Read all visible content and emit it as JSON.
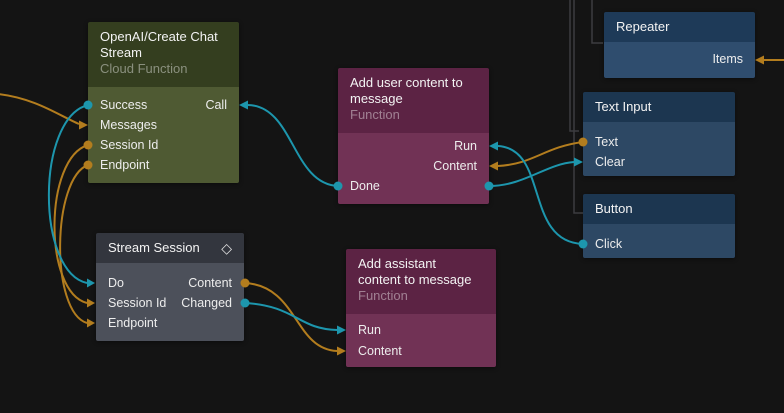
{
  "colors": {
    "signal_wire": "#1d96ad",
    "data_wire": "#b37d1e",
    "dimmed_wire": "#3d3d40",
    "canvas_background": "#141414"
  },
  "nodes": [
    {
      "id": "openai-create-chat-stream",
      "title": "OpenAI/Create Chat\nStream",
      "subtitle": "Cloud Function",
      "rows": [
        {
          "left": "Success",
          "right": "Call"
        },
        {
          "left": "Messages"
        },
        {
          "left": "Session Id"
        },
        {
          "left": "Endpoint"
        }
      ]
    },
    {
      "id": "add-user-content-to-message",
      "title": "Add user content to\nmessage",
      "subtitle": "Function",
      "rows": [
        {
          "right": "Run"
        },
        {
          "right": "Content"
        },
        {
          "left": "Done"
        }
      ]
    },
    {
      "id": "repeater",
      "title": "Repeater",
      "rows": [
        {
          "right": "Items"
        }
      ]
    },
    {
      "id": "text-input",
      "title": "Text Input",
      "rows": [
        {
          "left": "Text"
        },
        {
          "left": "Clear"
        }
      ]
    },
    {
      "id": "button",
      "title": "Button",
      "rows": [
        {
          "left": "Click"
        }
      ]
    },
    {
      "id": "stream-session",
      "title": "Stream Session",
      "header_icon": "◇",
      "rows": [
        {
          "left": "Do",
          "right": "Content"
        },
        {
          "left": "Session Id",
          "right": "Changed"
        },
        {
          "left": "Endpoint"
        }
      ]
    },
    {
      "id": "add-assistant-content-to-message",
      "title": "Add assistant\ncontent to message",
      "subtitle": "Function",
      "rows": [
        {
          "left": "Run"
        },
        {
          "left": "Content"
        }
      ]
    }
  ],
  "connections": [
    {
      "from": "offscreen-left",
      "to": "OpenAI/Create Chat Stream.Messages",
      "type": "data"
    },
    {
      "from": "OpenAI/Create Chat Stream.Success",
      "to": "Stream Session.Do",
      "type": "signal"
    },
    {
      "from": "OpenAI/Create Chat Stream.Session Id",
      "to": "Stream Session.Session Id",
      "type": "data"
    },
    {
      "from": "OpenAI/Create Chat Stream.Endpoint",
      "to": "Stream Session.Endpoint",
      "type": "data"
    },
    {
      "from": "Add user content to message.Done",
      "to": "OpenAI/Create Chat Stream.Call",
      "type": "signal"
    },
    {
      "from": "Add user content to message.Done",
      "to": "Text Input.Clear",
      "type": "signal"
    },
    {
      "from": "Text Input.Text",
      "to": "Add user content to message.Content",
      "type": "data"
    },
    {
      "from": "Button.Click",
      "to": "Add user content to message.Run",
      "type": "signal"
    },
    {
      "from": "Stream Session.Content",
      "to": "Add assistant content to message.Content",
      "type": "data"
    },
    {
      "from": "Stream Session.Changed",
      "to": "Add assistant content to message.Run",
      "type": "signal"
    },
    {
      "from": "offscreen-right",
      "to": "Repeater.Items",
      "type": "data"
    },
    {
      "from": "offscreen-top",
      "to": "Text Input",
      "type": "dimmed"
    },
    {
      "from": "offscreen-top",
      "to": "Button",
      "type": "dimmed"
    },
    {
      "from": "offscreen-top",
      "to": "Repeater",
      "type": "dimmed"
    }
  ]
}
